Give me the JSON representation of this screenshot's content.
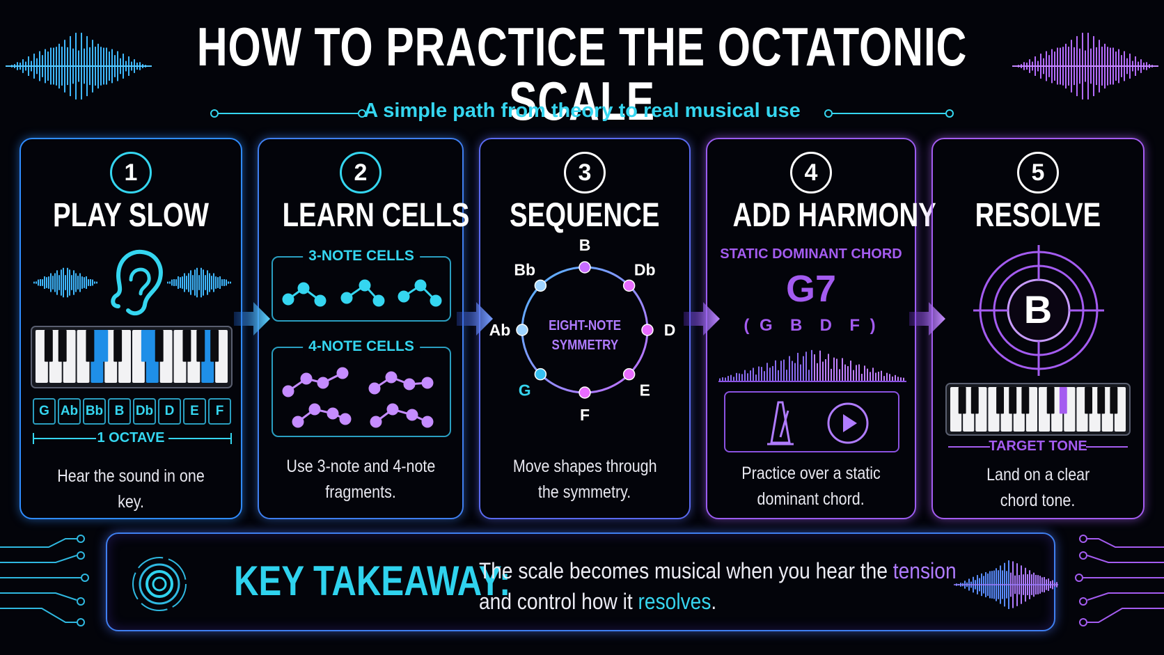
{
  "title": "HOW TO PRACTICE THE OCTATONIC SCALE",
  "subtitle": "A simple path from theory to real musical use",
  "steps": [
    {
      "number": "1",
      "title": "PLAY SLOW",
      "notes": [
        "G",
        "Ab",
        "Bb",
        "B",
        "Db",
        "D",
        "E",
        "F"
      ],
      "range_label": "1 OCTAVE",
      "desc_line1": "Hear the sound in one key.",
      "desc_line2": ""
    },
    {
      "number": "2",
      "title": "LEARN CELLS",
      "cell3_label": "3-NOTE CELLS",
      "cell4_label": "4-NOTE CELLS",
      "desc_line1": "Use 3-note and 4-note",
      "desc_line2": "fragments."
    },
    {
      "number": "3",
      "title": "SEQUENCE",
      "circle_notes": [
        "B",
        "Db",
        "D",
        "E",
        "F",
        "G",
        "Ab",
        "Bb"
      ],
      "center_line1": "EIGHT-NOTE",
      "center_line2": "SYMMETRY",
      "desc_line1": "Move shapes through",
      "desc_line2": "the symmetry."
    },
    {
      "number": "4",
      "title": "ADD HARMONY",
      "chord_label": "STATIC DOMINANT CHORD",
      "chord": "G7",
      "chord_tones": "( G  B  D  F )",
      "desc_line1": "Practice over a static",
      "desc_line2": "dominant chord."
    },
    {
      "number": "5",
      "title": "RESOLVE",
      "target_note": "B",
      "target_label": "TARGET TONE",
      "desc_line1": "Land on a clear",
      "desc_line2": "chord tone."
    }
  ],
  "takeaway": {
    "label": "KEY TAKEAWAY:",
    "line1_a": "The scale becomes musical when you hear the ",
    "line1_b": "tension",
    "line2_a": "and control how it ",
    "line2_b": "resolves",
    "line2_c": "."
  },
  "colors": {
    "cyan": "#35d6f0",
    "blue": "#3f7ff0",
    "purple": "#a45cf0",
    "lilac": "#c89bff"
  }
}
